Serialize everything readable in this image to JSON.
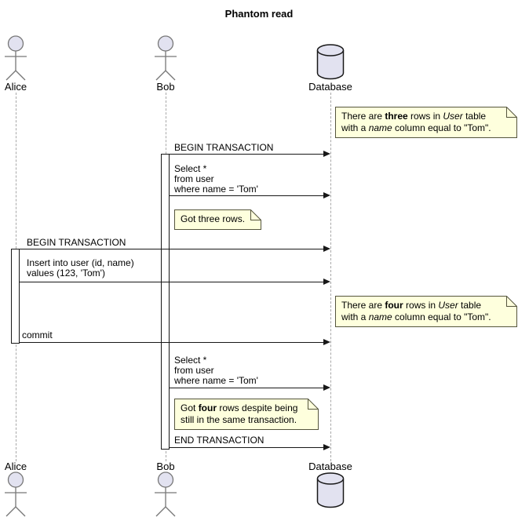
{
  "title": "Phantom read",
  "diagram_type": "uml-sequence",
  "participants": [
    {
      "name": "Alice",
      "type": "actor"
    },
    {
      "name": "Bob",
      "type": "actor"
    },
    {
      "name": "Database",
      "type": "database"
    }
  ],
  "messages": [
    {
      "from": "Bob",
      "to": "Database",
      "label": "BEGIN TRANSACTION"
    },
    {
      "from": "Bob",
      "to": "Database",
      "label": "Select *\nfrom user\nwhere name = 'Tom'"
    },
    {
      "from": "Alice",
      "to": "Database",
      "label": "BEGIN TRANSACTION"
    },
    {
      "from": "Alice",
      "to": "Database",
      "label": "Insert into user (id, name)\nvalues (123, 'Tom')"
    },
    {
      "from": "Alice",
      "to": "Database",
      "label": "commit"
    },
    {
      "from": "Bob",
      "to": "Database",
      "label": "Select *\nfrom user\nwhere name = 'Tom'"
    },
    {
      "from": "Bob",
      "to": "Database",
      "label": "END TRANSACTION"
    }
  ],
  "notes": [
    {
      "over": "Database",
      "lines": [
        [
          {
            "t": "There are "
          },
          {
            "t": "three",
            "b": true
          },
          {
            "t": " rows in "
          },
          {
            "t": "User",
            "i": true
          },
          {
            "t": " table"
          }
        ],
        [
          {
            "t": "with a "
          },
          {
            "t": "name",
            "i": true
          },
          {
            "t": " column equal to \"Tom\"."
          }
        ]
      ]
    },
    {
      "over": "Bob",
      "lines": [
        [
          {
            "t": "Got three rows."
          }
        ]
      ]
    },
    {
      "over": "Database",
      "lines": [
        [
          {
            "t": "There are "
          },
          {
            "t": "four",
            "b": true
          },
          {
            "t": " rows in "
          },
          {
            "t": "User",
            "i": true
          },
          {
            "t": " table"
          }
        ],
        [
          {
            "t": "with a "
          },
          {
            "t": "name",
            "i": true
          },
          {
            "t": " column equal to \"Tom\"."
          }
        ]
      ]
    },
    {
      "over": "Bob",
      "lines": [
        [
          {
            "t": "Got "
          },
          {
            "t": "four",
            "b": true
          },
          {
            "t": " rows despite being"
          }
        ],
        [
          {
            "t": "still in the same transaction."
          }
        ]
      ]
    }
  ],
  "colors": {
    "background": "#ffffff",
    "note_fill": "#FEFFDD",
    "note_border": "#55553d",
    "participant_fill": "#E2E2F0",
    "line": "#181818",
    "lifeline": "#A8A8A8"
  }
}
